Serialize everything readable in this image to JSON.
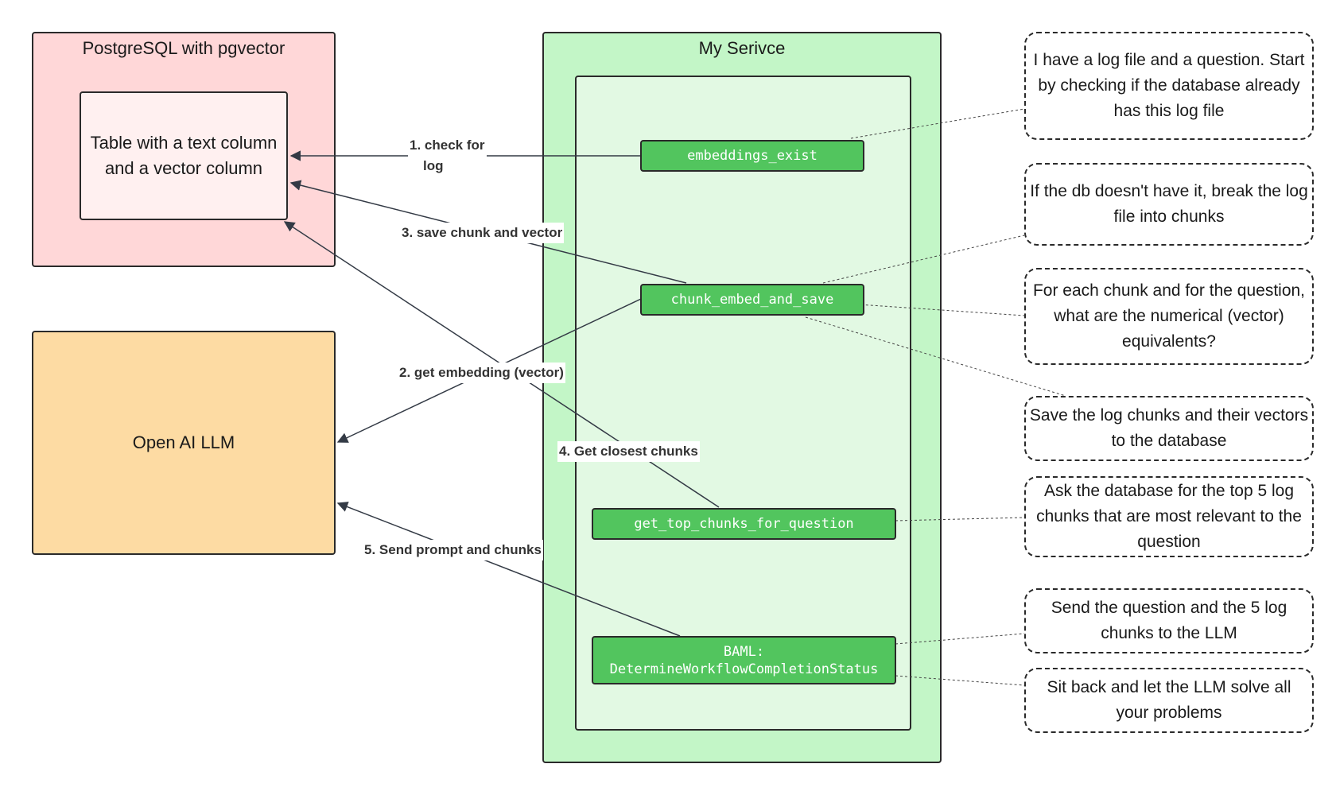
{
  "nodes": {
    "postgres": {
      "title": "PostgreSQL with pgvector",
      "table": "Table with a text column and a vector column"
    },
    "llm": {
      "label": "Open AI LLM"
    },
    "service": {
      "title": "My Serivce",
      "functions": {
        "embeddings_exist": "embeddings_exist",
        "chunk_embed_and_save": "chunk_embed_and_save",
        "get_top_chunks": "get_top_chunks_for_question",
        "baml_line1": "BAML:",
        "baml_line2": "DetermineWorkflowCompletionStatus"
      }
    }
  },
  "edges": {
    "e1_line1": "1. check for",
    "e1_line2": "log",
    "e2": "2. get embedding (vector)",
    "e3": "3. save chunk and vector",
    "e4": "4. Get closest chunks",
    "e5": "5. Send prompt and chunks"
  },
  "notes": {
    "n1": "I have a log file and a question. Start by checking if the database already has this log file",
    "n2": "If the db doesn't have it, break the log file into chunks",
    "n3": "For each chunk and for the question, what are the numerical (vector) equivalents?",
    "n4": "Save the log chunks and their vectors to the database",
    "n5": "Ask the database for the top 5 log chunks that are most relevant to the question",
    "n6": "Send the question and the 5 log chunks to the LLM",
    "n7": "Sit back and let the LLM solve all your problems"
  },
  "colors": {
    "postgres_fill": "#ffd7d8",
    "table_fill": "#fff0f0",
    "llm_fill": "#fddba3",
    "service_fill": "#c3f6c7",
    "service_inner_fill": "#e2f9e3",
    "function_fill": "#52c55e",
    "stroke": "#2a2a2a"
  }
}
